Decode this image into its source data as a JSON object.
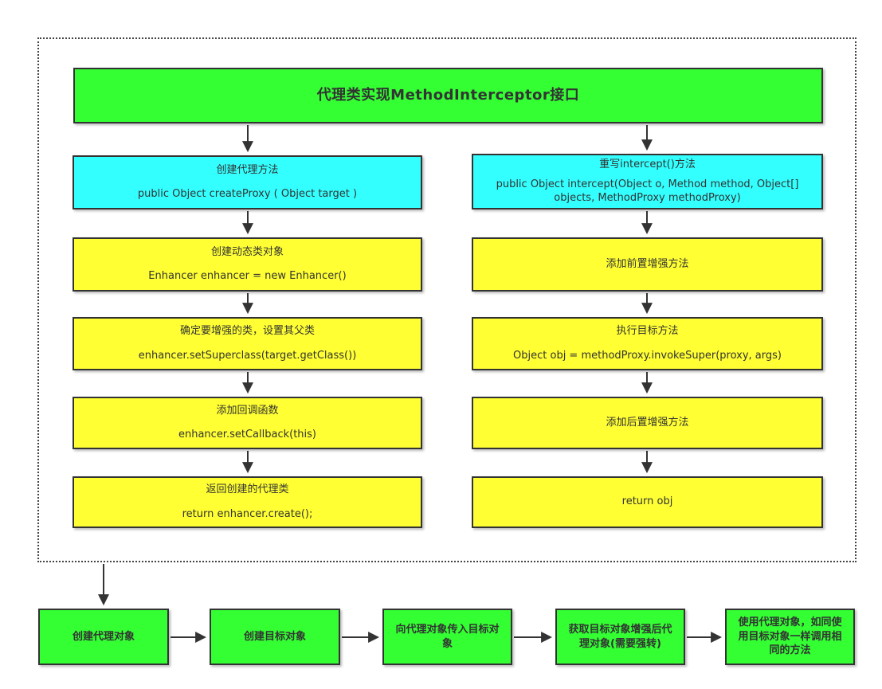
{
  "header": {
    "title": "代理类实现MethodInterceptor接口"
  },
  "left": [
    {
      "title": "创建代理方法",
      "code": "public Object createProxy ( Object  target )"
    },
    {
      "title": "创建动态类对象",
      "code": "Enhancer enhancer = new Enhancer()"
    },
    {
      "title": "确定要增强的类，设置其父类",
      "code": "enhancer.setSuperclass(target.getClass())"
    },
    {
      "title": "添加回调函数",
      "code": "enhancer.setCallback(this)"
    },
    {
      "title": "返回创建的代理类",
      "code": "return enhancer.create();"
    }
  ],
  "right": [
    {
      "title": "重写intercept()方法",
      "code": "public Object intercept(Object o, Method method, Object[] objects, MethodProxy methodProxy)"
    },
    {
      "title": "添加前置增强方法",
      "code": ""
    },
    {
      "title": "执行目标方法",
      "code": "Object obj = methodProxy.invokeSuper(proxy, args)"
    },
    {
      "title": "添加后置增强方法",
      "code": ""
    },
    {
      "title": "return obj",
      "code": ""
    }
  ],
  "bottom": [
    {
      "label": "创建代理对象"
    },
    {
      "label": "创建目标对象"
    },
    {
      "label": "向代理对象传入目标对象"
    },
    {
      "label": "获取目标对象增强后代理对象(需要强转)"
    },
    {
      "label": "使用代理对象，如同使用目标对象一样调用相同的方法"
    }
  ],
  "colors": {
    "header_green": "#33FF33",
    "step_cyan": "#33FFFF",
    "step_yellow": "#FFFF33",
    "bottom_green": "#33FF33",
    "border": "#333333",
    "text": "#333333"
  }
}
